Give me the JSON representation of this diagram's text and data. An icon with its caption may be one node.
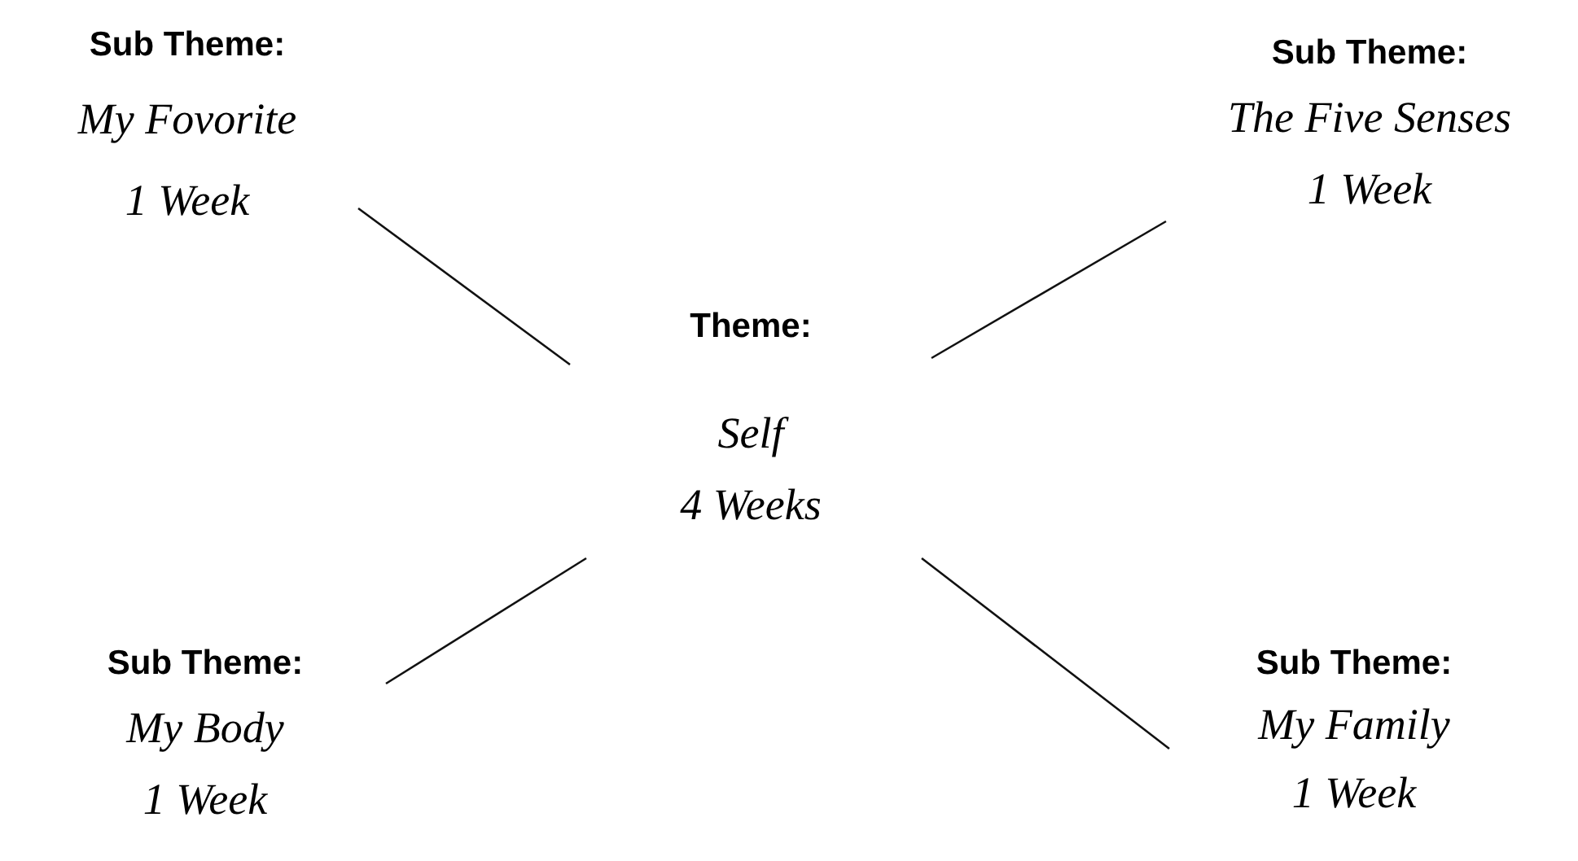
{
  "diagram": {
    "nodes": [
      {
        "text": [
          "Sub Theme:",
          "My Fovorite",
          "1 Week"
        ]
      },
      {
        "text": [
          "Sub Theme:",
          "The Five Senses",
          "1 Week"
        ]
      },
      {
        "text": [
          "Theme:",
          "Self",
          "4 Weeks"
        ]
      },
      {
        "text": [
          "Sub Theme:",
          "My Body",
          "1 Week"
        ]
      },
      {
        "text": [
          "Sub Theme:",
          "My Family",
          "1 Week"
        ]
      }
    ],
    "edges": [
      {
        "from": 2,
        "to": 0,
        "arrow": "none"
      },
      {
        "from": 2,
        "to": 1,
        "arrow": "none"
      },
      {
        "from": 2,
        "to": 3,
        "arrow": "none"
      },
      {
        "from": 2,
        "to": 4,
        "arrow": "none"
      }
    ]
  }
}
